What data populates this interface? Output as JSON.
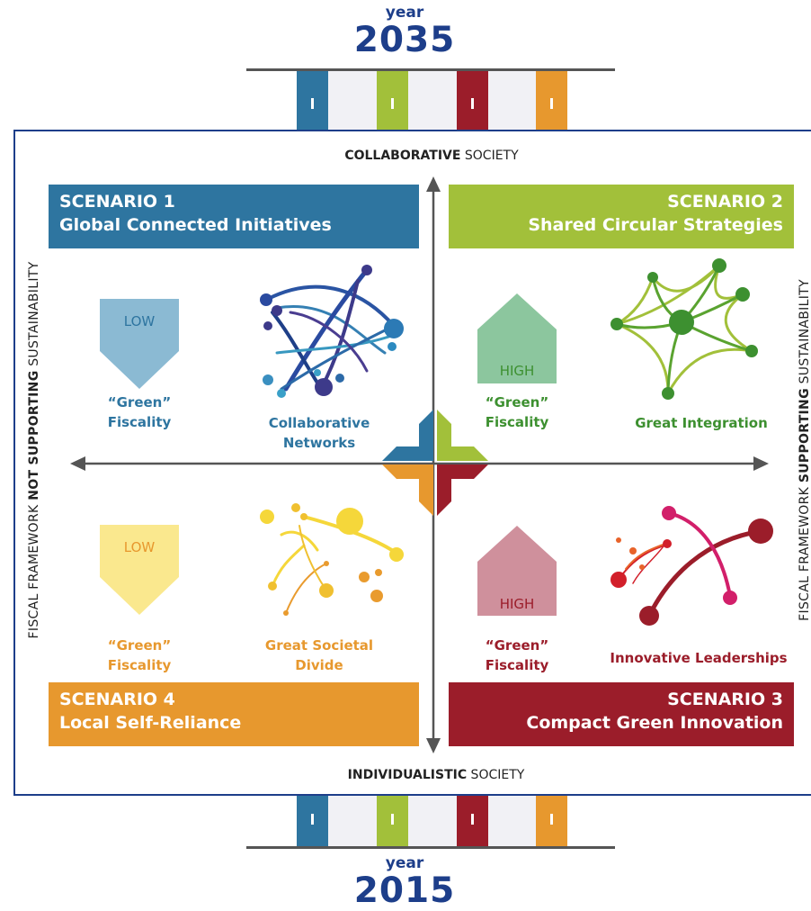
{
  "colors": {
    "navy": "#1d3e8a",
    "blue": "#2e75a0",
    "green": "#a2c03a",
    "red": "#9b1d2a",
    "orange": "#e7982e",
    "light_blue": "#8bbad3",
    "light_green": "#8cc69e",
    "light_yellow": "#fae88e",
    "light_red": "#cf909c",
    "dark_green": "#3d9030",
    "axis": "#555555"
  },
  "top": {
    "year_label": "year",
    "year": "2035"
  },
  "bottom": {
    "year_label": "year",
    "year": "2015"
  },
  "axes": {
    "top_bold": "COLLABORATIVE",
    "top_rest": " SOCIETY",
    "bottom_bold": "INDIVIDUALISTIC",
    "bottom_rest": " SOCIETY",
    "left_prefix": "FISCAL FRAMEWORK ",
    "left_bold": "NOT SUPPORTING",
    "left_suffix": " SUSTAINABILITY",
    "right_prefix": "FISCAL FRAMEWORK ",
    "right_bold": "SUPPORTING",
    "right_suffix": " SUSTAINABILITY"
  },
  "scenarios": {
    "s1": {
      "title": "SCENARIO 1",
      "name": "Global Connected Initiatives",
      "fiscality_level": "LOW",
      "fiscality_line1": "“Green”",
      "fiscality_line2": "Fiscality",
      "network_line1": "Collaborative",
      "network_line2": "Networks"
    },
    "s2": {
      "title": "SCENARIO 2",
      "name": "Shared Circular Strategies",
      "fiscality_level": "HIGH",
      "fiscality_line1": "“Green”",
      "fiscality_line2": "Fiscality",
      "network_line1": "Great Integration"
    },
    "s3": {
      "title": "SCENARIO 3",
      "name": "Compact Green Innovation",
      "fiscality_level": "HIGH",
      "fiscality_line1": "“Green”",
      "fiscality_line2": "Fiscality",
      "network_line1": "Innovative Leaderships"
    },
    "s4": {
      "title": "SCENARIO 4",
      "name": "Local Self-Reliance",
      "fiscality_level": "LOW",
      "fiscality_line1": "“Green”",
      "fiscality_line2": "Fiscality",
      "network_line1": "Great Societal",
      "network_line2": "Divide"
    }
  }
}
